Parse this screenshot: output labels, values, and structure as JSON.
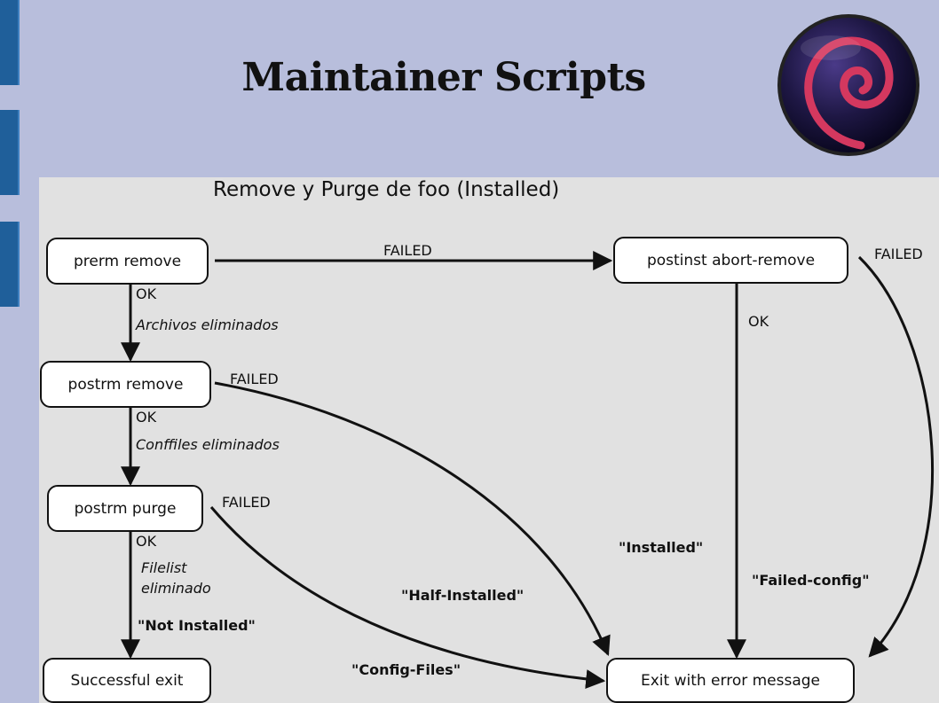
{
  "slide": {
    "title": "Maintainer Scripts",
    "logo_icon": "debian-swirl-logo-icon",
    "colors": {
      "background": "#b8bedc",
      "tab": "#1f5f9a",
      "logo_swirl": "#d4385f"
    }
  },
  "diagram": {
    "title": "Remove y Purge de foo (Installed)",
    "nodes": {
      "prerm_remove": "prerm remove",
      "postinst_abort_remove": "postinst abort-remove",
      "postrm_remove": "postrm remove",
      "postrm_purge": "postrm purge",
      "successful_exit": "Successful exit",
      "exit_error": "Exit with error message"
    },
    "labels": {
      "prerm_failed": "FAILED",
      "abort_failed": "FAILED",
      "prerm_ok": "OK",
      "archivos_eliminados": "Archivos eliminados",
      "abort_ok": "OK",
      "postrm_remove_failed": "FAILED",
      "postrm_remove_ok": "OK",
      "conffiles_eliminados": "Conffiles eliminados",
      "postrm_purge_failed": "FAILED",
      "postrm_purge_ok": "OK",
      "filelist_line1": "Filelist",
      "filelist_line2": "eliminado",
      "installed": "\"Installed\"",
      "failed_config": "\"Failed-config\"",
      "half_installed": "\"Half-Installed\"",
      "not_installed": "\"Not Installed\"",
      "config_files": "\"Config-Files\""
    }
  }
}
